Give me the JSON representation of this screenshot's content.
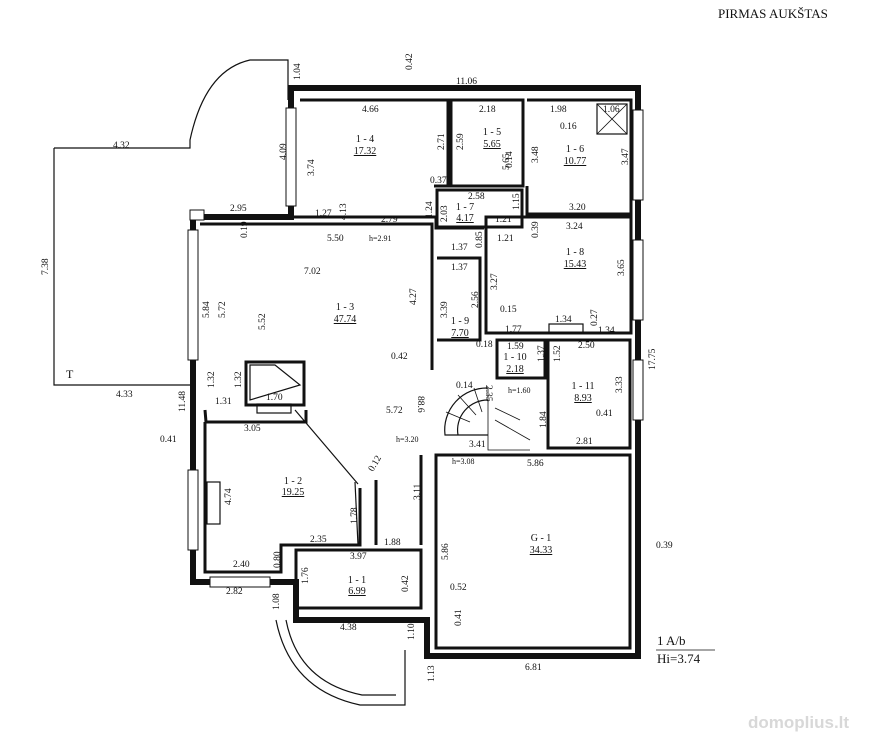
{
  "title": "PIRMAS AUKŠTAS",
  "legend": {
    "floor": "1 A/b",
    "height": "Hi=3.74"
  },
  "watermark": "domoplius.lt",
  "rooms": [
    {
      "id": "1 - 1",
      "area": "6.99"
    },
    {
      "id": "1 - 2",
      "area": "19.25"
    },
    {
      "id": "1 - 3",
      "area": "47.74"
    },
    {
      "id": "1 - 4",
      "area": "17.32"
    },
    {
      "id": "1 - 5",
      "area": "5.65"
    },
    {
      "id": "1 - 6",
      "area": "10.77"
    },
    {
      "id": "1 - 7",
      "area": "4.17"
    },
    {
      "id": "1 - 8",
      "area": "15.43"
    },
    {
      "id": "1 - 9",
      "area": "7.70"
    },
    {
      "id": "1 - 10",
      "area": "2.18"
    },
    {
      "id": "1 - 11",
      "area": "8.93"
    },
    {
      "id": "G - 1",
      "area": "34.33"
    }
  ],
  "dimensions": [
    "11.06",
    "0.42",
    "1.04",
    "4.66",
    "2.18",
    "1.98",
    "1.06",
    "0.16",
    "2.71",
    "2.59",
    "5.65",
    "3.48",
    "3.47",
    "4.09",
    "3.74",
    "0.14",
    "4.32",
    "7.38",
    "T",
    "4.33",
    "0.37",
    "2.58",
    "3.20",
    "1.24",
    "2.03",
    "1.15",
    "2.95",
    "1.27",
    "4.13",
    "2.79",
    "1.21",
    "0.39",
    "3.24",
    "0.19",
    "5.50",
    "h=2.91",
    "0.85",
    "1.37",
    "1.21",
    "7.02",
    "3.27",
    "3.65",
    "5.84",
    "5.72",
    "5.52",
    "4.27",
    "1.37",
    "2.56",
    "0.15",
    "3.39",
    "1.34",
    "0.27",
    "1.77",
    "1.34",
    "0.18",
    "1.59",
    "2.50",
    "0.42",
    "1.37",
    "2.35",
    "1.52",
    "17.75",
    "1.32",
    "1.32",
    "1.70",
    "0.14",
    "h=1.60",
    "3.33",
    "11.48",
    "1.31",
    "5.72",
    "88.6",
    "0.41",
    "1.84",
    "3.05",
    "3.41",
    "2.81",
    "0.41",
    "h=3.20",
    "h=3.08",
    "5.86",
    "0.12",
    "4.74",
    "3.11",
    "1.78",
    "2.35",
    "1.88",
    "5.86",
    "0.39",
    "2.40",
    "0.80",
    "3.97",
    "1.76",
    "0.42",
    "0.52",
    "2.82",
    "1.08",
    "4.38",
    "1.10",
    "0.41",
    "6.81",
    "1.13"
  ]
}
